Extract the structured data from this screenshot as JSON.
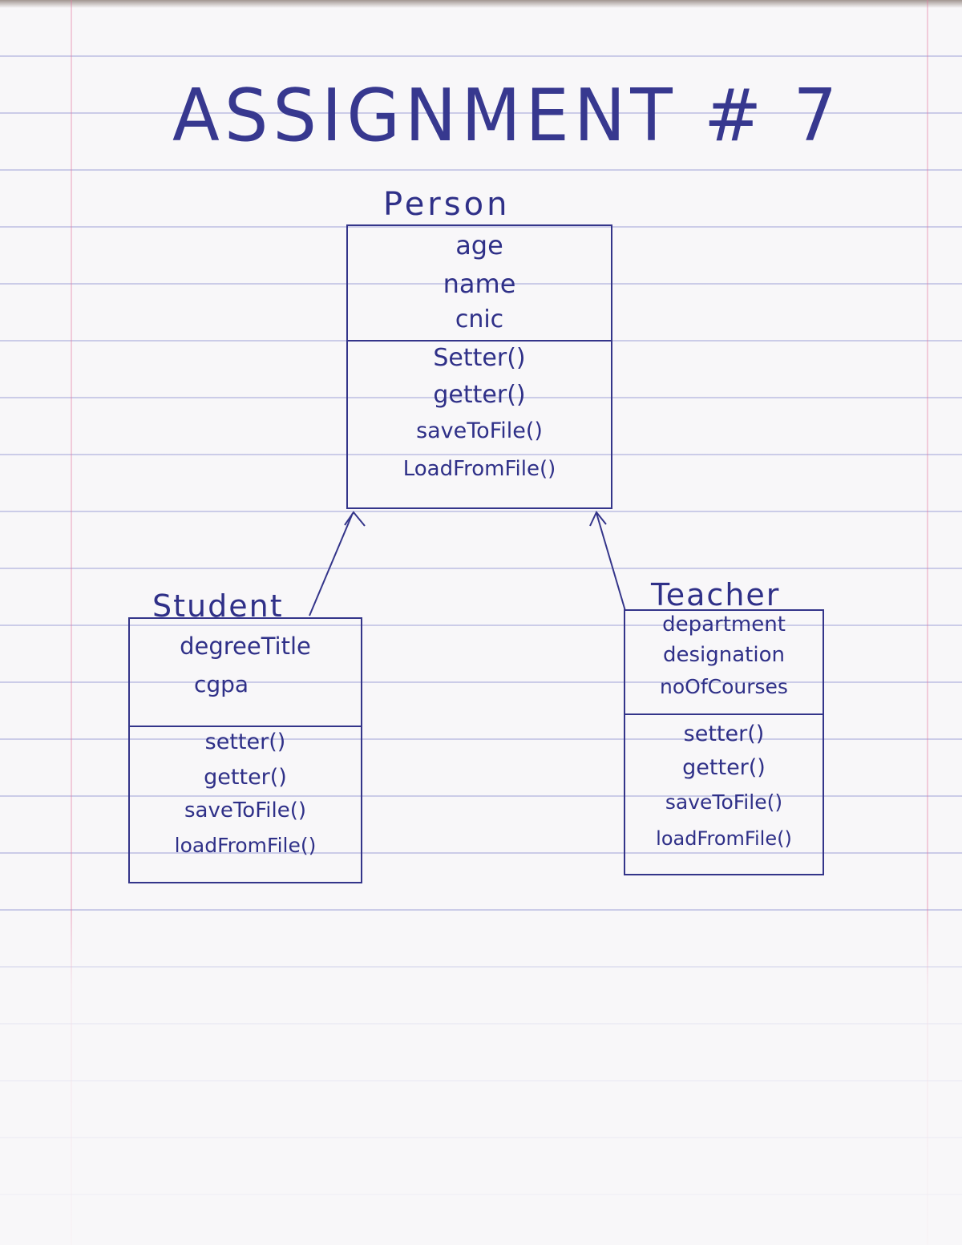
{
  "title": "ASSIGNMENT # 7",
  "classes": {
    "person": {
      "name": "Person",
      "attributes": [
        "age",
        "name",
        "cnic"
      ],
      "methods": [
        "Setter()",
        "getter()",
        "saveToFile()",
        "LoadFromFile()"
      ]
    },
    "student": {
      "name": "Student",
      "attributes": [
        "degreeTitle",
        "cgpa"
      ],
      "methods": [
        "setter()",
        "getter()",
        "saveToFile()",
        "loadFromFile()"
      ]
    },
    "teacher": {
      "name": "Teacher",
      "attributes": [
        "department",
        "designation",
        "noOfCourses"
      ],
      "methods": [
        "setter()",
        "getter()",
        "saveToFile()",
        "loadFromFile()"
      ]
    }
  },
  "colors": {
    "ink": "#2f3088",
    "ruled_line": "#787dc8",
    "margin_line": "#e678a0",
    "paper": "#f8f7f9"
  }
}
